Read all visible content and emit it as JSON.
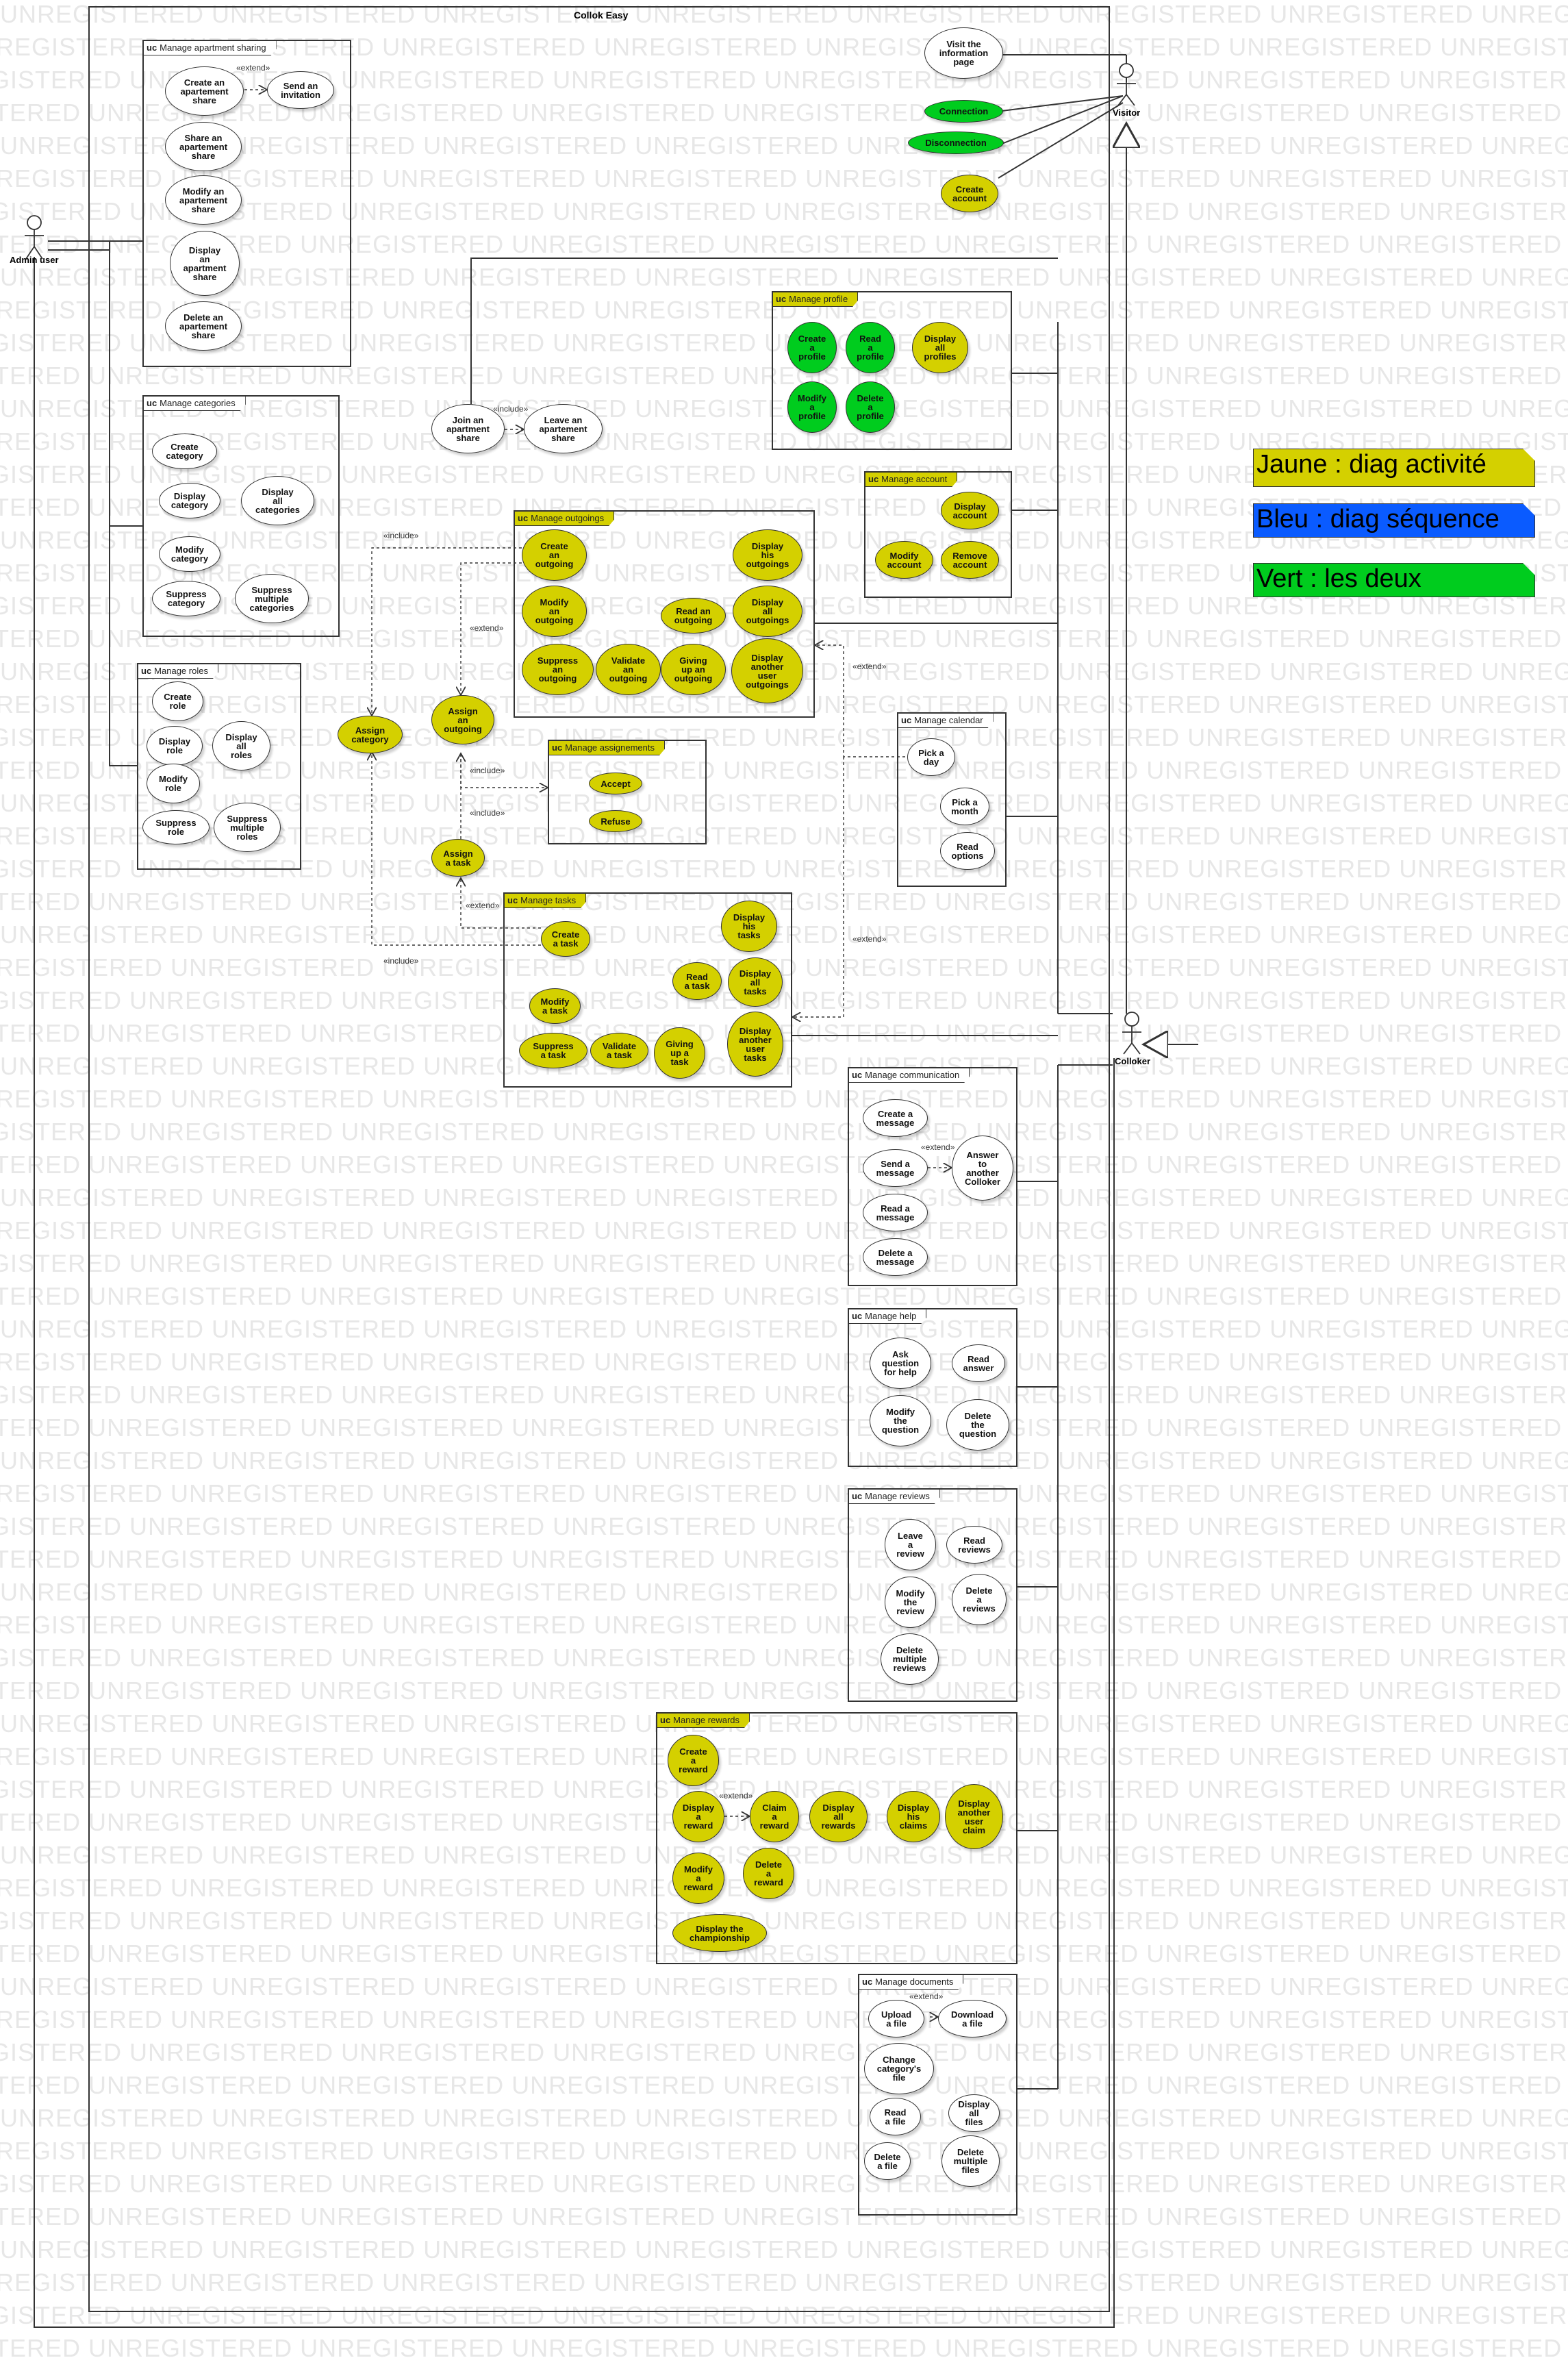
{
  "watermark": "UNREGISTERED",
  "system_title": "Collok Easy",
  "actors": {
    "admin": "Admin user",
    "visitor": "Visitor",
    "colloker": "Colloker"
  },
  "stereotypes": {
    "include": "«include»",
    "extend": "«extend»"
  },
  "legend": [
    {
      "text": "Jaune : diag activité",
      "color": "#d4d000"
    },
    {
      "text": "Bleu : diag séquence",
      "color": "#0a5bff"
    },
    {
      "text": "Vert : les deux",
      "color": "#00cc1e"
    }
  ],
  "uc_prefix": "uc",
  "packages": {
    "apartment": "Manage apartment sharing",
    "categories": "Manage categories",
    "roles": "Manage roles",
    "profile": "Manage profile",
    "account": "Manage account",
    "outgoings": "Manage outgoings",
    "assignements": "Manage assignements",
    "calendar": "Manage calendar",
    "tasks": "Manage tasks",
    "communication": "Manage communication",
    "help": "Manage help",
    "reviews": "Manage reviews",
    "rewards": "Manage rewards",
    "documents": "Manage documents"
  },
  "usecases": {
    "visit_info": "Visit the\ninformation\npage",
    "connection": "Connection",
    "disconnection": "Disconnection",
    "create_account": "Create\naccount",
    "create_apt": "Create an\napartement\nshare",
    "send_invitation": "Send an\ninvitation",
    "share_apt": "Share an\napartement\nshare",
    "modify_apt": "Modify an\napartement\nshare",
    "display_apt": "Display\nan\napartment\nshare",
    "delete_apt": "Delete an\napartement\nshare",
    "create_cat": "Create\ncategory",
    "display_cat": "Display\ncategory",
    "display_all_cat": "Display\nall\ncategories",
    "modify_cat": "Modify\ncategory",
    "suppress_cat": "Suppress\ncategory",
    "suppress_multi_cat": "Suppress\nmultiple\ncategories",
    "create_role": "Create\nrole",
    "display_role": "Display\nrole",
    "display_all_roles": "Display\nall\nroles",
    "modify_role": "Modify\nrole",
    "suppress_role": "Suppress\nrole",
    "suppress_multi_roles": "Suppress\nmultiple\nroles",
    "join_apt": "Join an\napartment\nshare",
    "leave_apt": "Leave an\napartement\nshare",
    "create_profile": "Create\na\nprofile",
    "read_profile": "Read\na\nprofile",
    "display_all_profiles": "Display\nall\nprofiles",
    "modify_profile": "Modify\na\nprofile",
    "delete_profile": "Delete\na\nprofile",
    "display_account": "Display\naccount",
    "modify_account": "Modify\naccount",
    "remove_account": "Remove\naccount",
    "create_outgoing": "Create\nan\noutgoing",
    "display_his_outgoings": "Display\nhis\noutgoings",
    "modify_outgoing": "Modify\nan\noutgoing",
    "read_outgoing": "Read an\noutgoing",
    "display_all_outgoings": "Display\nall\noutgoings",
    "suppress_outgoing": "Suppress\nan\noutgoing",
    "validate_outgoing": "Validate\nan\noutgoing",
    "giving_up_outgoing": "Giving\nup an\noutgoing",
    "display_other_outgoings": "Display\nanother\nuser\noutgoings",
    "assign_category": "Assign\ncategory",
    "assign_outgoing": "Assign\nan\noutgoing",
    "accept": "Accept",
    "refuse": "Refuse",
    "assign_task": "Assign\na task",
    "pick_day": "Pick a\nday",
    "pick_month": "Pick a\nmonth",
    "read_options": "Read\noptions",
    "create_task": "Create\na task",
    "display_his_tasks": "Display\nhis\ntasks",
    "read_task": "Read\na task",
    "display_all_tasks": "Display\nall\ntasks",
    "modify_task": "Modify\na task",
    "suppress_task": "Suppress\na task",
    "validate_task": "Validate\na task",
    "giving_up_task": "Giving\nup a\ntask",
    "display_other_tasks": "Display\nanother\nuser\ntasks",
    "create_message": "Create a\nmessage",
    "send_message": "Send a\nmessage",
    "answer_colloker": "Answer\nto\nanother\nColloker",
    "read_message": "Read a\nmessage",
    "delete_message": "Delete a\nmessage",
    "ask_question": "Ask\nquestion\nfor help",
    "read_answer": "Read\nanswer",
    "modify_question": "Modify\nthe\nquestion",
    "delete_question": "Delete\nthe\nquestion",
    "leave_review": "Leave\na\nreview",
    "read_reviews": "Read\nreviews",
    "modify_review": "Modify\nthe\nreview",
    "delete_reviews": "Delete\na\nreviews",
    "delete_multi_reviews": "Delete\nmultiple\nreviews",
    "create_reward": "Create\na\nreward",
    "display_reward": "Display\na\nreward",
    "claim_reward": "Claim\na\nreward",
    "display_all_rewards": "Display\nall\nrewards",
    "display_his_claims": "Display\nhis\nclaims",
    "display_other_claim": "Display\nanother\nuser\nclaim",
    "modify_reward": "Modify\na\nreward",
    "delete_reward": "Delete\na\nreward",
    "display_championship": "Display the\nchampionship",
    "upload_file": "Upload\na file",
    "download_file": "Download\na file",
    "change_file_cat": "Change\ncategory's\nfile",
    "read_file": "Read\na file",
    "display_all_files": "Display\nall\nfiles",
    "delete_file": "Delete\na file",
    "delete_multi_files": "Delete\nmultiple\nfiles"
  }
}
